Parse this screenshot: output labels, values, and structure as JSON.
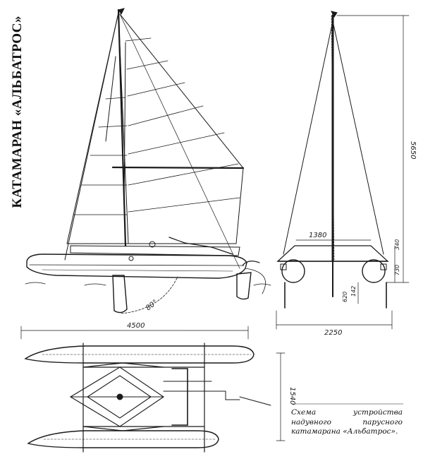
{
  "title": "КАТАМАРАН «АЛЬБАТРОС»",
  "caption": "Схема устройства надувного парусного катамарана «Альбатрос».",
  "dimensions": {
    "mast_height": "5650",
    "overall_length": "4500",
    "overall_beam": "2250",
    "crossbeam_span": "1380",
    "hull_spacing": "1540",
    "dim_340": "340",
    "dim_730": "730",
    "dim_620": "620",
    "dim_142": "142",
    "rudder_angle": "80°"
  },
  "colors": {
    "ink": "#1a1a1a",
    "paper": "#ffffff"
  }
}
